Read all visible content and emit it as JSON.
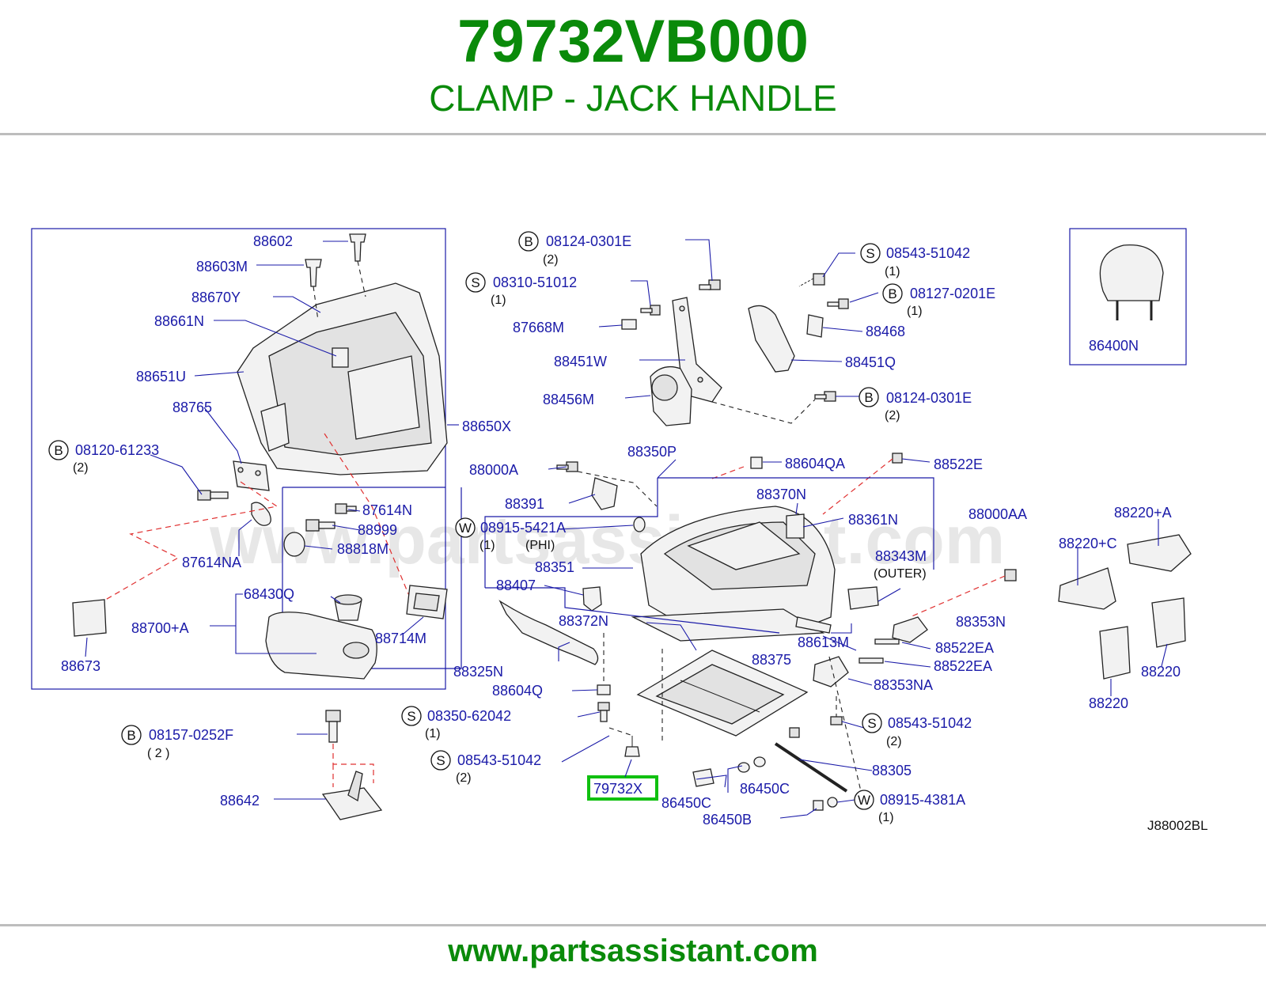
{
  "header": {
    "part_number": "79732VB000",
    "part_name": "CLAMP - JACK HANDLE"
  },
  "footer": {
    "url": "www.partsassistant.com"
  },
  "watermark": "www.partsassistant.com",
  "diagram_code": "J88002BL",
  "highlight": {
    "label": "79732X",
    "color": "#10c010"
  },
  "labels": {
    "p88602": "88602",
    "p88603M": "88603M",
    "p88670Y": "88670Y",
    "p88661N": "88661N",
    "p88651U": "88651U",
    "p88765": "88765",
    "p88650X": "88650X",
    "p08120": "08120-61233",
    "p87614N": "87614N",
    "p88999": "88999",
    "p88818M": "88818M",
    "p87614NA": "87614NA",
    "p68430Q": "68430Q",
    "p88700A": "88700+A",
    "p88714M": "88714M",
    "p88673": "88673",
    "p08157": "08157-0252F",
    "p88642": "88642",
    "p08124a": "08124-0301E",
    "p08310": "08310-51012",
    "p87668M": "87668M",
    "p88451W": "88451W",
    "p88456M": "88456M",
    "p08543a": "08543-51042",
    "p08127": "08127-0201E",
    "p88468": "88468",
    "p88451Q": "88451Q",
    "p08124b": "08124-0301E",
    "p86400N": "86400N",
    "p88350P": "88350P",
    "p88000A": "88000A",
    "p88604QA": "88604QA",
    "p88522E": "88522E",
    "p88391": "88391",
    "p88370N": "88370N",
    "p08915a": "08915-5421A",
    "p88361N": "88361N",
    "p88000AA": "88000AA",
    "p88220A": "88220+A",
    "p88220C": "88220+C",
    "p88351": "88351",
    "p88343M": "88343M",
    "p88407": "88407",
    "p88372N": "88372N",
    "p88353N": "88353N",
    "p88613M": "88613M",
    "p88522EA1": "88522EA",
    "p88375": "88375",
    "p88522EA2": "88522EA",
    "p88325N": "88325N",
    "p88353NA": "88353NA",
    "p88604Q": "88604Q",
    "p08350": "08350-62042",
    "p08543b": "08543-51042",
    "p08543c": "08543-51042",
    "p88305": "88305",
    "p86450C1": "86450C",
    "p86450C2": "86450C",
    "p86450B": "86450B",
    "p08915b": "08915-4381A",
    "p88220a": "88220",
    "p88220b": "88220"
  },
  "quantities": {
    "q08120": "(2)",
    "q08157": "(  2  )",
    "q08124a": "(2)",
    "q08310": "(1)",
    "q08543a": "(1)",
    "q08127": "(1)",
    "q08124b": "(2)",
    "q08915a": "(1)",
    "phi": "(PHI)",
    "outer": "(OUTER)",
    "q08350": "(1)",
    "q08543b": "(2)",
    "q08543c": "(2)",
    "q08915b": "(1)"
  },
  "fastener_types": {
    "b": "B",
    "s": "S",
    "w": "W"
  }
}
